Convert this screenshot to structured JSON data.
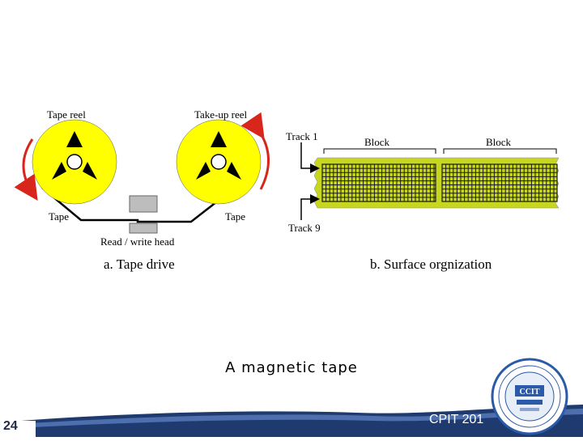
{
  "diagram": {
    "left": {
      "tape_reel_label": "Tape reel",
      "takeup_reel_label": "Take-up reel",
      "tape_left_label": "Tape",
      "tape_right_label": "Tape",
      "head_label": "Read / write head",
      "caption": "a. Tape drive"
    },
    "right": {
      "track1_label": "Track 1",
      "track9_label": "Track 9",
      "block1_label": "Block",
      "block2_label": "Block",
      "caption": "b. Surface orgnization"
    }
  },
  "slide": {
    "caption": "A magnetic tape",
    "number": "24",
    "course": "CPIT 201"
  },
  "logo": {
    "text": "CCIT"
  },
  "colors": {
    "reel": "#ffff00",
    "tape_surface": "#c7d61f",
    "grid": "#1a1a1a",
    "arrow": "#d9261c",
    "head": "#bdbdbd",
    "footer": "#1f3a6e",
    "logo_blue": "#2b5aa8"
  }
}
